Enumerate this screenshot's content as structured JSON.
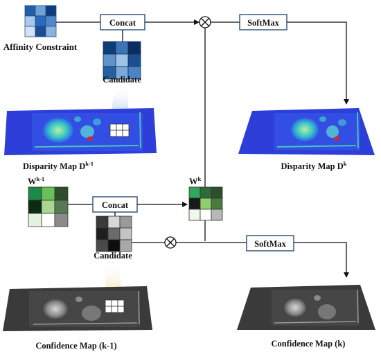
{
  "top": {
    "affinity_label": "Affinity Constraint",
    "concat_label": "Concat",
    "softmax_label": "SoftMax",
    "candidate_label": "Candidate",
    "disparity_prev_label": "Disparity Map D",
    "disparity_prev_sup": "k-1",
    "disparity_cur_label": "Disparity Map D",
    "disparity_cur_sup": "k"
  },
  "bottom": {
    "w_prev_label": "W",
    "w_prev_sup": "k-1",
    "w_cur_label": "W",
    "w_cur_sup": "k",
    "concat_label": "Concat",
    "softmax_label": "SoftMax",
    "candidate_label": "Candidate",
    "confidence_prev_label": "Confidence Map (k-1)",
    "confidence_cur_label": "Confidence Map (k)"
  },
  "colors": {
    "affinity": [
      "#1f5fa8",
      "#6fa0d8",
      "#0d3d80",
      "#a9c9ee",
      "#2a6bbd",
      "#4f88cc",
      "#cfe2f7",
      "#1a4f98",
      "#8ab3e2"
    ],
    "candidate_top": [
      "#0e3e7a",
      "#3b75b8",
      "#0a2e62",
      "#5f92cb",
      "#9cc2ea",
      "#1b4f92",
      "#27609f",
      "#7aa8d9",
      "#4c83c2"
    ],
    "w_prev": [
      "#1b8a47",
      "#6bbf59",
      "#2e4e2a",
      "#0c2a14",
      "#a6d98f",
      "#587a52",
      "#e4f3de",
      "#ffffff",
      "#8a8a8a"
    ],
    "w_cur": [
      "#2fa85a",
      "#2f6a3a",
      "#2c4f2c",
      "#1a1a1a",
      "#8fcf70",
      "#4a7a3e",
      "#f0f7ec",
      "#ffffff",
      "#b8b8b8"
    ],
    "candidate_bottom": [
      "#3a3a3a",
      "#d8d8d8",
      "#9a9a9a",
      "#1e1e1e",
      "#6a6a6a",
      "#c4c4c4",
      "#4a4a4a",
      "#0e0e0e",
      "#a8a8a8"
    ]
  }
}
